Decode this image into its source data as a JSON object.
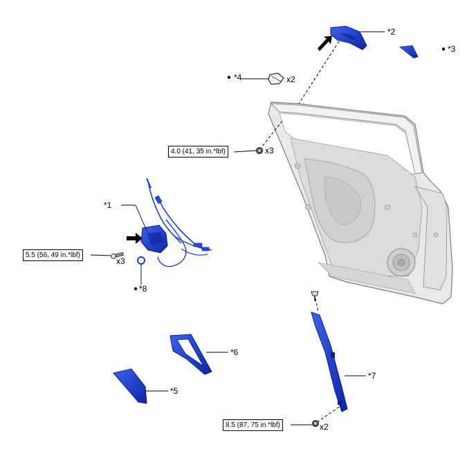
{
  "colors": {
    "part_blue": "#1a3fd6",
    "part_blue_dark": "#0b1f8f",
    "door_fill": "#e6e6e6",
    "door_line": "#8a8a8a"
  },
  "callouts": {
    "c1": "*1",
    "c2": "*2",
    "c3": "*3",
    "c4": "*4",
    "c5": "*5",
    "c6": "*6",
    "c7": "*7",
    "c8": "*8"
  },
  "quantities": {
    "q_c4": "x2",
    "q_door_bolt": "x3",
    "q_lock_screw": "x3",
    "q_channel_bolt": "x2"
  },
  "torque_specs": {
    "door_bolt": "4.0 (41, 35 in.*lbf)",
    "lock_screw": "5.5 (56, 49 in.*lbf)",
    "channel_bolt": "8.5 (87, 75 in.*lbf)"
  },
  "icons": [
    "bullet-point-icon",
    "direction-arrow-icon",
    "bolt-icon",
    "screw-icon",
    "nut-icon"
  ]
}
